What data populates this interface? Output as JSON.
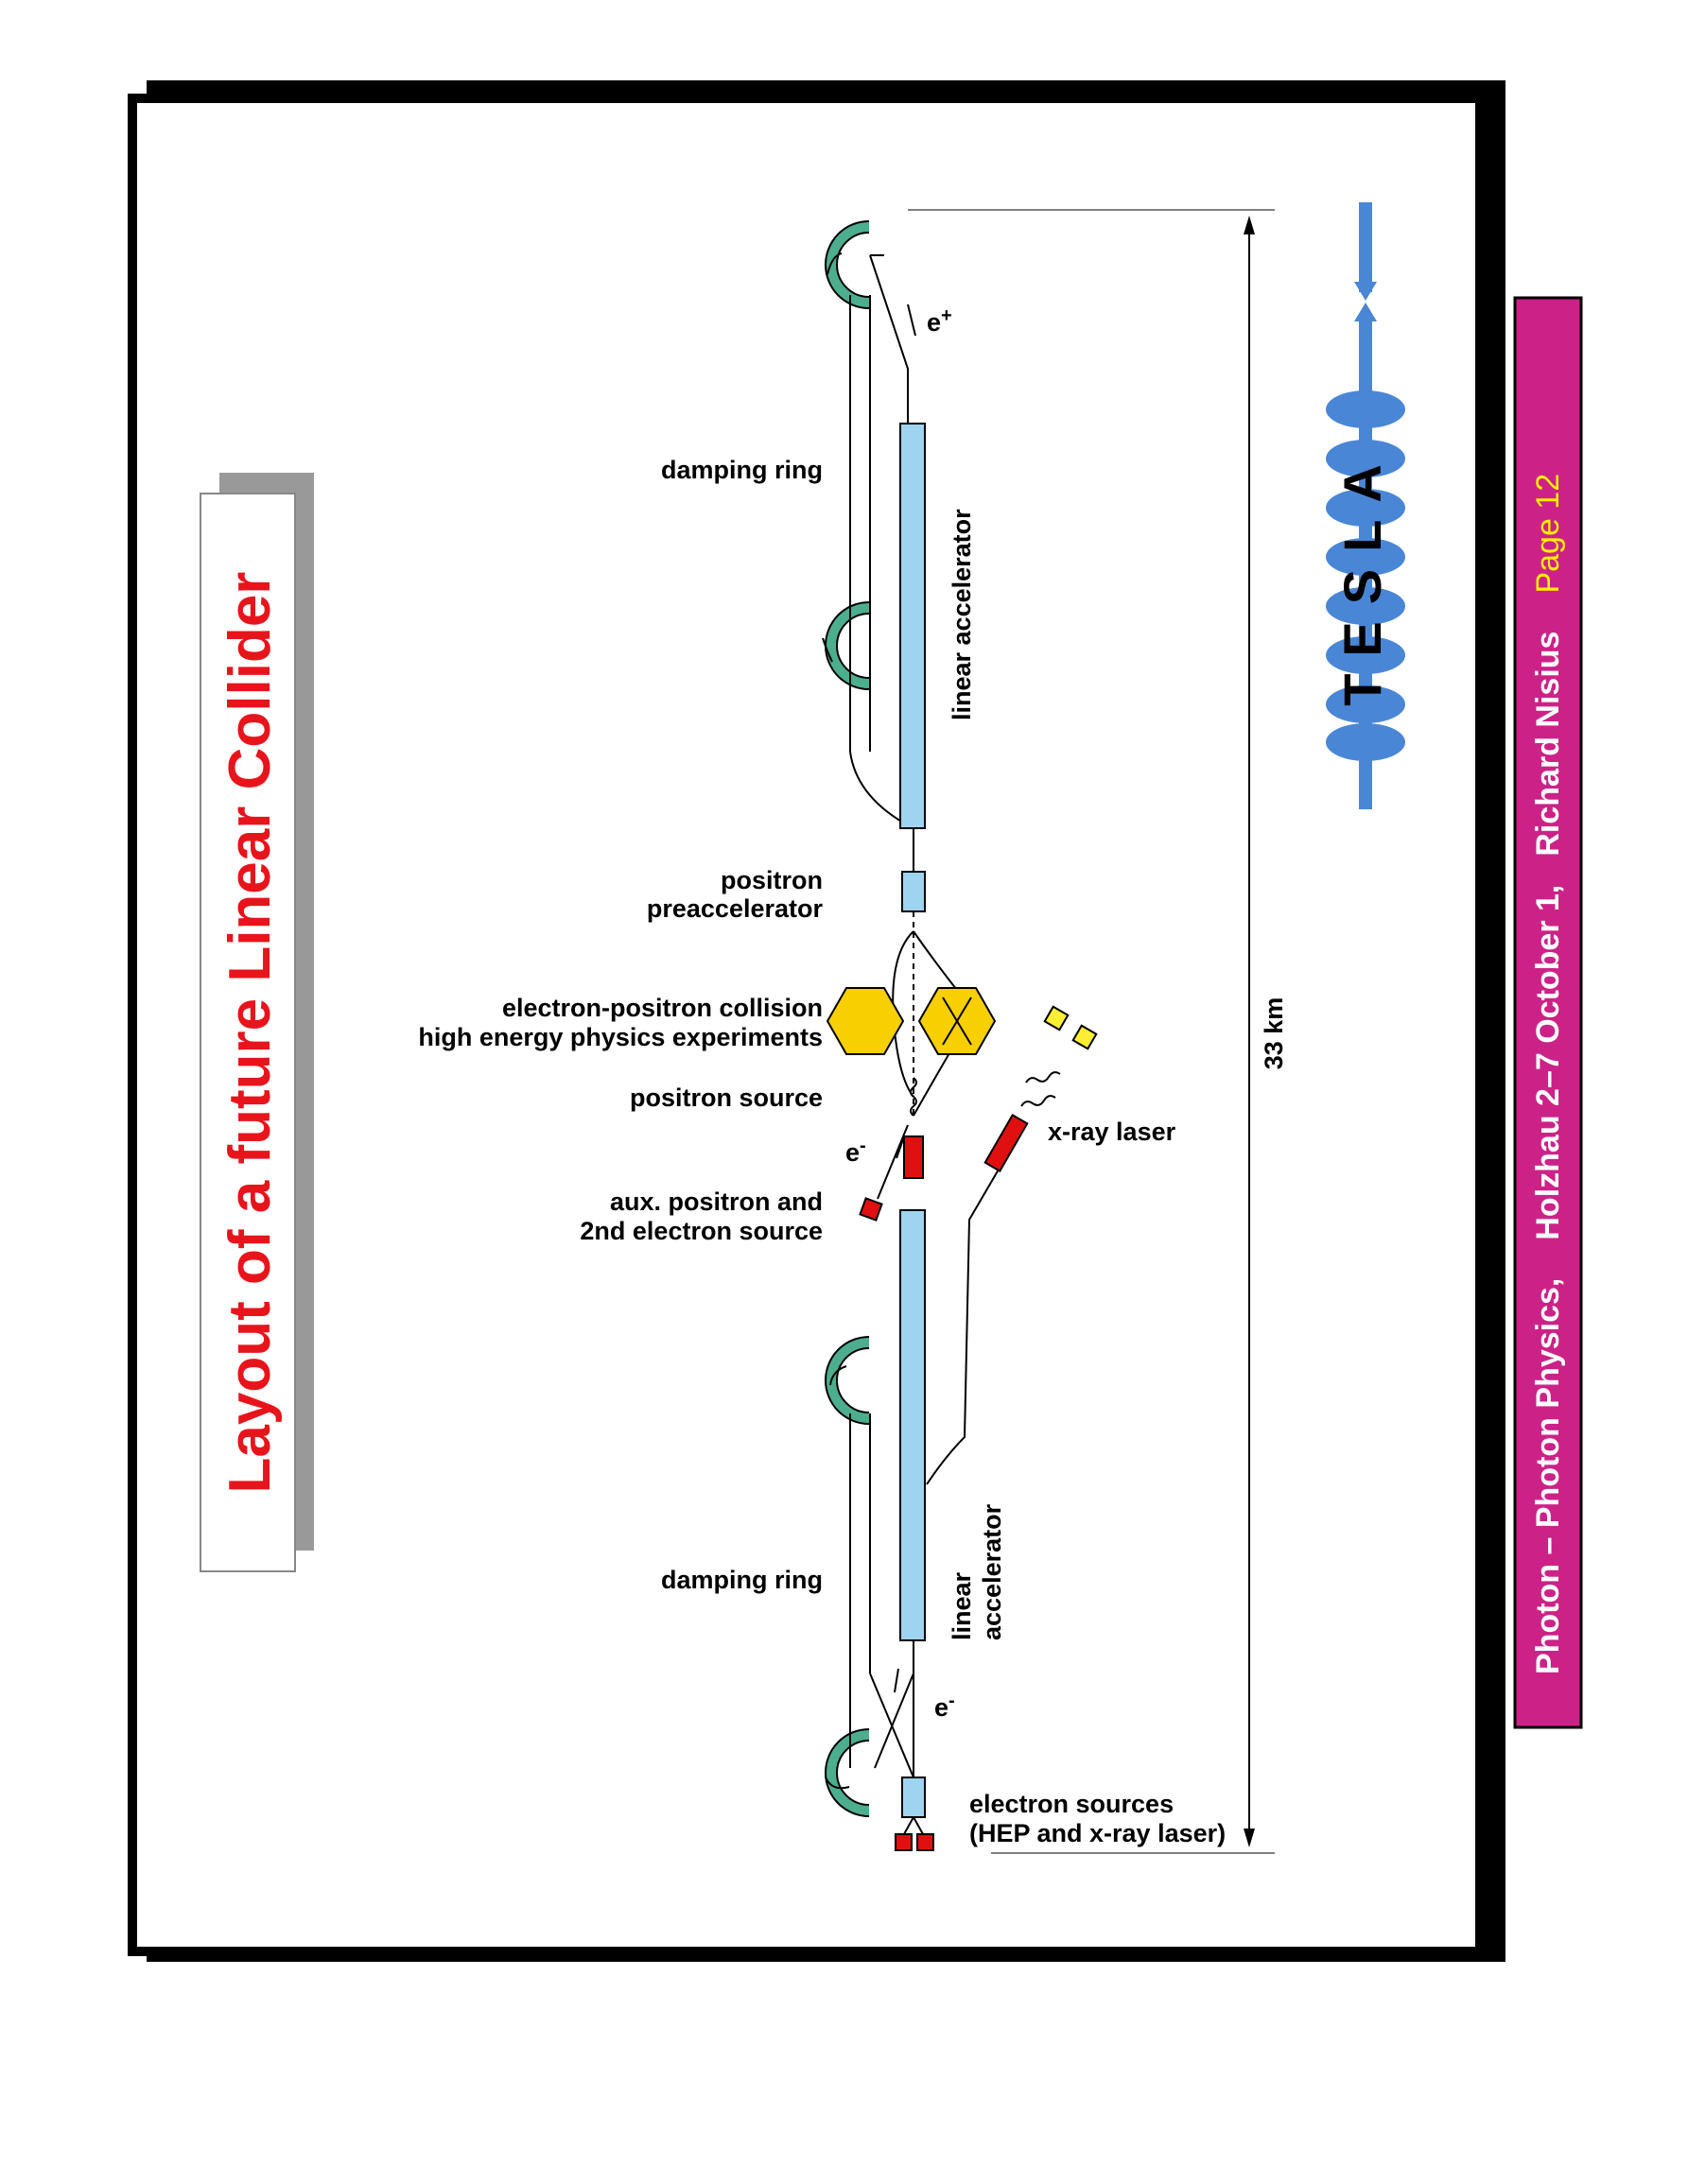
{
  "title": "Layout of a future Linear Collider",
  "footer": {
    "conference": "Photon – Photon Physics,",
    "location_date": "Holzhau   2–7 October 1,",
    "author": "Richard Nisius",
    "page": "Page 12"
  },
  "labels": {
    "damping_ring_top": "damping ring",
    "linear_accelerator_top": "linear accelerator",
    "positron_line1": "positron",
    "positron_line2": "preaccelerator",
    "collision_line1": "electron-positron collision",
    "collision_line2": "high energy physics experiments",
    "positron_source": "positron source",
    "aux_line1": "aux. positron and",
    "aux_line2": "2nd electron source",
    "damping_ring_bottom": "damping ring",
    "linear_line1": "linear",
    "linear_line2": "accelerator",
    "sources_line1": "electron sources",
    "sources_line2": "(HEP and x-ray laser)",
    "xray_laser": "x-ray laser",
    "length": "33 km",
    "positron_beam": "e+",
    "electron_beam_1": "e-",
    "electron_beam_2": "e-"
  },
  "logo": {
    "text": "TESLA"
  },
  "colors": {
    "title_red": "#e8141c",
    "footer_magenta": "#cc2288",
    "page_yellow": "#ffee00",
    "accelerator_blue": "#9fd4f0",
    "ring_teal": "#4cae8e",
    "hexagon_yellow": "#f8cf00",
    "source_red": "#e01010",
    "logo_blue": "#4a86d6"
  }
}
